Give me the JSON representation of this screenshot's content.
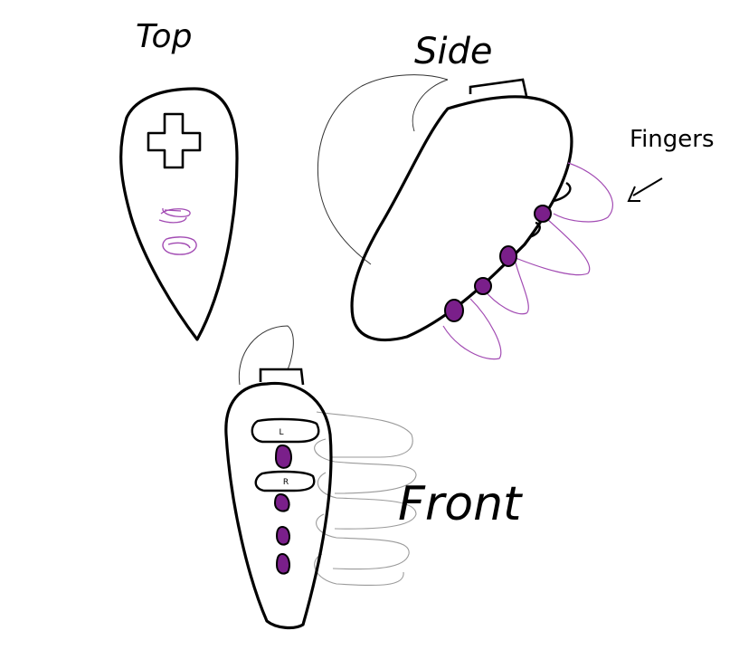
{
  "labels": {
    "top": "Top",
    "side": "Side",
    "fingers": "Fingers",
    "front": "Front"
  },
  "front_buttons": {
    "upper": "L",
    "lower": "R"
  },
  "colors": {
    "ink": "#000000",
    "accent": "#7a1f8a",
    "accent_light": "#a24bb3",
    "grey": "#9a9a9a"
  }
}
